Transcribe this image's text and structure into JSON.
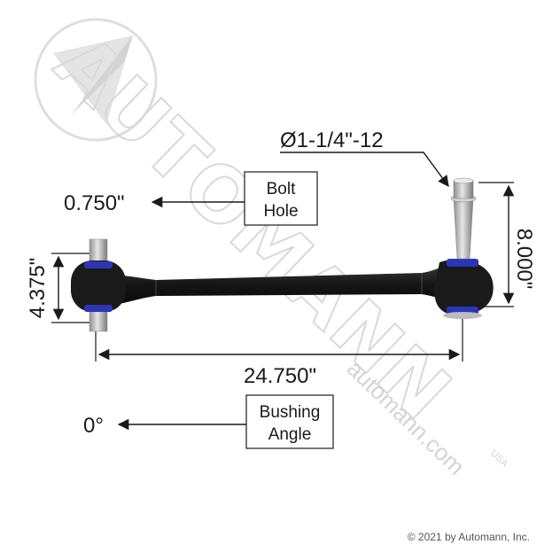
{
  "watermark": {
    "brand": "AUTOMANN",
    "registered": "USA",
    "url": "automann.com"
  },
  "labels": {
    "thread_spec": "Ø1-1/4\"-12",
    "bolt_hole_value": "0.750\"",
    "bolt_hole_box_line1": "Bolt",
    "bolt_hole_box_line2": "Hole",
    "left_height": "4.375\"",
    "right_height": "8.000\"",
    "overall_length": "24.750\"",
    "bushing_angle_value": "0°",
    "bushing_angle_box_line1": "Bushing",
    "bushing_angle_box_line2": "Angle"
  },
  "copyright": "© 2021 by Automann, Inc.",
  "colors": {
    "rod": "#1c1c1c",
    "bushing": "#2b35b8",
    "metal": "#c9c9c9",
    "line": "#1a1a1a",
    "watermark": "#d9d9d9"
  }
}
